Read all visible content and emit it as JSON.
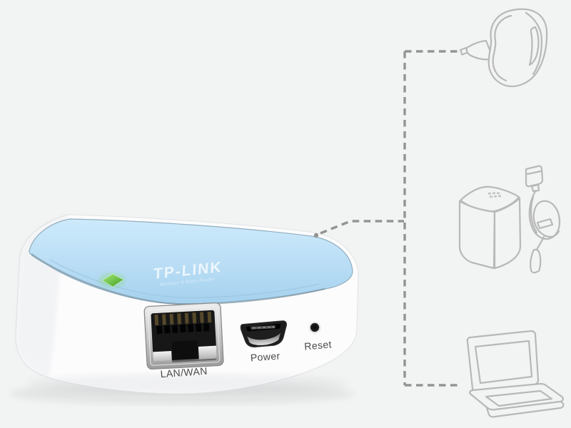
{
  "scene": {
    "background_color": "#f2f3f3",
    "dash_line_color": "#949494",
    "line_art_color": "#b8b8b8"
  },
  "router": {
    "brand": "TP-LINK",
    "logo_subtext": "Wireless N Nano Router",
    "top_color": "#b9ddf5",
    "body_color": "#fcfcfd",
    "led_color": "#5cb82e",
    "labels": {
      "ethernet": "LAN/WAN",
      "power": "Power",
      "reset": "Reset"
    }
  },
  "accessories": {
    "top": "wall-plug-power-adapter",
    "middle_left": "usb-power-cube",
    "middle_right": "usb-cable",
    "bottom": "laptop"
  }
}
